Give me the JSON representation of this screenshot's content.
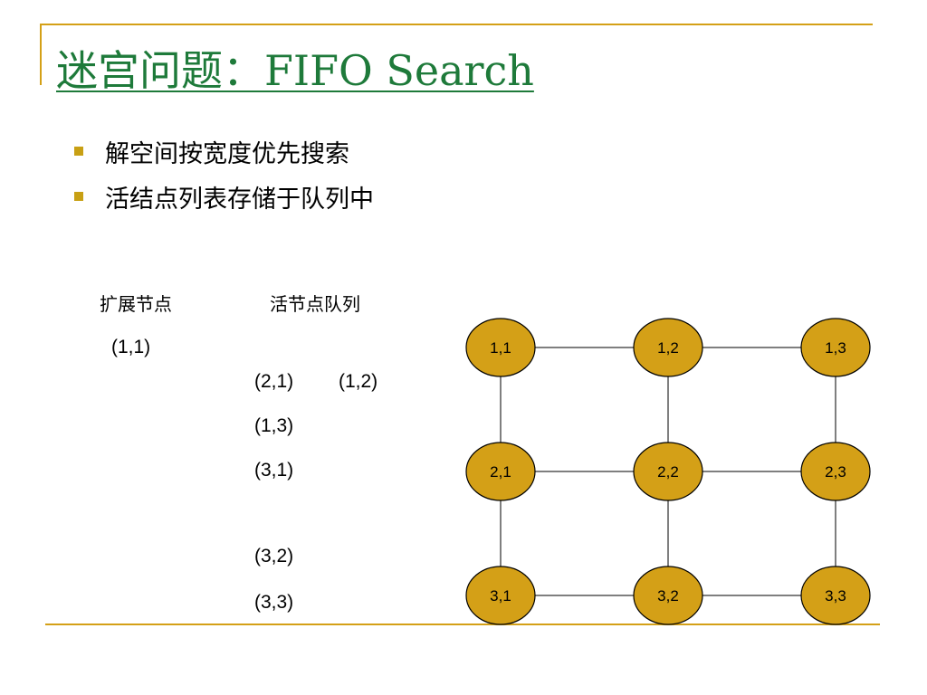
{
  "slide": {
    "title": "迷宫问题：FIFO Search",
    "bullets": [
      "解空间按宽度优先搜索",
      "活结点列表存储于队列中"
    ]
  },
  "table": {
    "headers": [
      "扩展节点",
      "活节点队列"
    ],
    "cells": [
      "(1,1)",
      "(2,1)",
      "(1,2)",
      "(1,3)",
      "(3,1)",
      "(3,2)",
      "(3,3)"
    ]
  },
  "graph": {
    "nodes": [
      {
        "label": "1,1",
        "row": 1,
        "col": 1
      },
      {
        "label": "1,2",
        "row": 1,
        "col": 2
      },
      {
        "label": "1,3",
        "row": 1,
        "col": 3
      },
      {
        "label": "2,1",
        "row": 2,
        "col": 1
      },
      {
        "label": "2,2",
        "row": 2,
        "col": 2
      },
      {
        "label": "2,3",
        "row": 2,
        "col": 3
      },
      {
        "label": "3,1",
        "row": 3,
        "col": 1
      },
      {
        "label": "3,2",
        "row": 3,
        "col": 2
      },
      {
        "label": "3,3",
        "row": 3,
        "col": 3
      }
    ],
    "edges": [
      [
        "1,1",
        "1,2"
      ],
      [
        "1,2",
        "1,3"
      ],
      [
        "2,1",
        "2,2"
      ],
      [
        "2,2",
        "2,3"
      ],
      [
        "3,1",
        "3,2"
      ],
      [
        "3,2",
        "3,3"
      ],
      [
        "1,1",
        "2,1"
      ],
      [
        "2,1",
        "3,1"
      ],
      [
        "1,2",
        "2,2"
      ],
      [
        "2,2",
        "3,2"
      ],
      [
        "1,3",
        "2,3"
      ],
      [
        "2,3",
        "3,3"
      ]
    ],
    "node_fill": "#d4a017",
    "node_stroke": "#000000",
    "edge_color": "#555555"
  },
  "colors": {
    "accent": "#d4a017",
    "title": "#1e7a3a",
    "bullet": "#c8a014"
  }
}
